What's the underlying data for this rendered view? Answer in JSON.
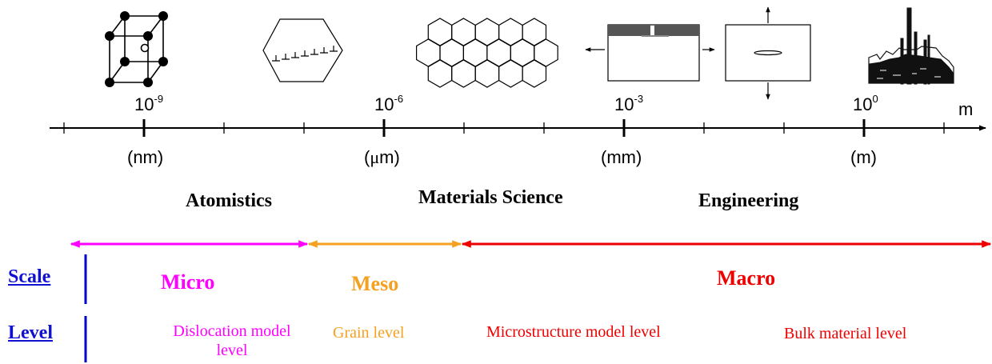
{
  "axis": {
    "unit": "m",
    "ticks": [
      {
        "base": "10",
        "exp": "-9",
        "name": "(nm)"
      },
      {
        "base": "10",
        "exp": "-6",
        "name_prefix": "(",
        "name_greek": "μ",
        "name_suffix": "m)"
      },
      {
        "base": "10",
        "exp": "-3",
        "name": "(mm)"
      },
      {
        "base": "10",
        "exp": "0",
        "name": "(m)"
      }
    ]
  },
  "domains": [
    "Atomistics",
    "Materials Science",
    "Engineering"
  ],
  "scale": {
    "label": "Scale",
    "items": [
      {
        "name": "Micro",
        "color": "#ff00ff"
      },
      {
        "name": "Meso",
        "color": "#f5a020"
      },
      {
        "name": "Macro",
        "color": "#ee0000"
      }
    ]
  },
  "level": {
    "label": "Level",
    "items": [
      {
        "line1": "Dislocation model",
        "line2": "level",
        "color": "#ff00ff"
      },
      {
        "line1": "Grain level",
        "color": "#f5a020"
      },
      {
        "line1": "Microstructure model level",
        "color": "#ee0000"
      },
      {
        "line1": "Bulk material level",
        "color": "#ee0000"
      }
    ]
  },
  "colors": {
    "axis": "#000000",
    "label_blue": "#1010d0",
    "divider_blue": "#0000cc"
  },
  "icons": [
    "bcc-unit-cell-icon",
    "dislocation-grain-icon",
    "grain-structure-icon",
    "cracked-specimen-icon",
    "tension-plate-icon",
    "industrial-plant-icon"
  ]
}
